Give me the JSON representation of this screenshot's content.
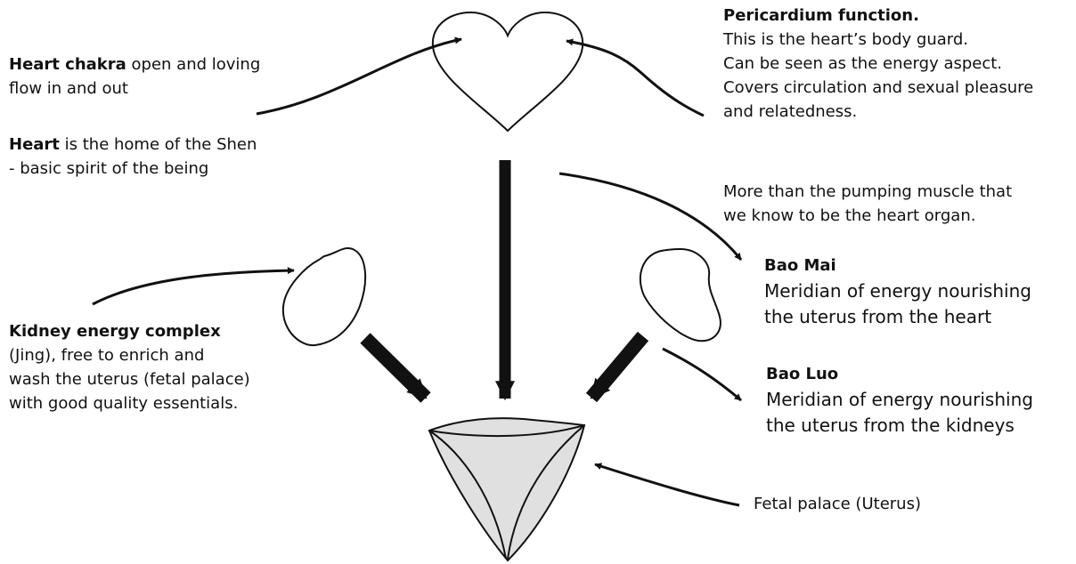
{
  "labels": {
    "heart_chakra": {
      "title": "Heart chakra",
      "text1": " open and loving",
      "text2": "flow in and out"
    },
    "heart_shen": {
      "title": "Heart",
      "text1": " is the home of the Shen",
      "text2": "- basic spirit of the being"
    },
    "pericardium": {
      "title": "Pericardium function.",
      "lines": [
        "This is the heart’s body guard.",
        "Can be seen as the energy aspect.",
        "Covers circulation and sexual pleasure",
        "and relatedness."
      ]
    },
    "pumping": {
      "lines": [
        "More than the pumping muscle that",
        "we know to be the heart organ."
      ]
    },
    "bao_mai": {
      "title": "Bao Mai",
      "lines": [
        "Meridian of energy nourishing",
        "the uterus from the heart"
      ]
    },
    "kidney": {
      "title": "Kidney energy complex",
      "lines": [
        "(Jing), free to enrich and",
        "wash the uterus (fetal palace)",
        "with good quality essentials."
      ]
    },
    "bao_luo": {
      "title": "Bao Luo",
      "lines": [
        "Meridian of energy nourishing",
        "the uterus from the kidneys"
      ]
    },
    "fetal_palace": {
      "text": "Fetal palace (Uterus)"
    }
  },
  "colors": {
    "stroke": "#111111",
    "uterus_fill": "#e0e0e0",
    "organ_fill": "#ffffff"
  }
}
